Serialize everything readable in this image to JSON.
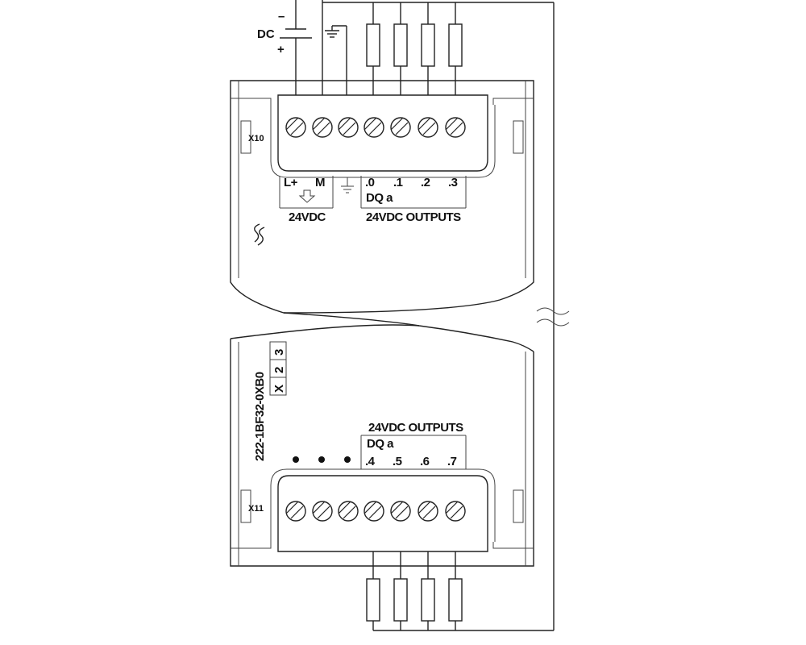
{
  "supply": {
    "dc_label": "DC",
    "minus": "–",
    "plus": "+"
  },
  "top_block": {
    "connector_id": "X10",
    "power_terminals": [
      "L+",
      "M"
    ],
    "power_label": "24VDC",
    "output_terminals": [
      ".0",
      ".1",
      ".2",
      ".3"
    ],
    "group_label": "DQ a",
    "outputs_label": "24VDC OUTPUTS"
  },
  "bottom_block": {
    "connector_id": "X11",
    "order_number": "222-1BF32-0XB0",
    "version_cells": [
      "X",
      "2",
      "3"
    ],
    "output_terminals": [
      ".4",
      ".5",
      ".6",
      ".7"
    ],
    "group_label": "DQ a",
    "outputs_label": "24VDC OUTPUTS"
  },
  "icons": {
    "ground": "ground-symbol-icon",
    "battery": "dc-source-icon",
    "load": "load-resistor-icon",
    "break_mark": "break-line-icon",
    "siemens_mark": "ss-mark-icon"
  }
}
